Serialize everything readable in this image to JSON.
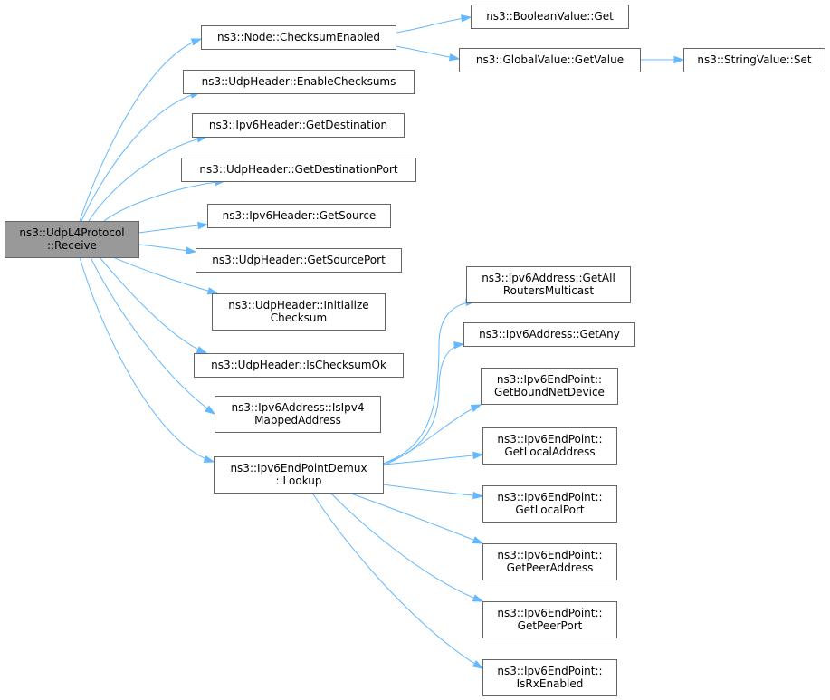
{
  "nodes": {
    "receive": [
      "ns3::UdpL4Protocol",
      "::Receive"
    ],
    "checksum_enabled": [
      "ns3::Node::ChecksumEnabled"
    ],
    "boolean_get": [
      "ns3::BooleanValue::Get"
    ],
    "global_get": [
      "ns3::GlobalValue::GetValue"
    ],
    "string_set": [
      "ns3::StringValue::Set"
    ],
    "enable_checksums": [
      "ns3::UdpHeader::EnableChecksums"
    ],
    "ipv6_get_destination": [
      "ns3::Ipv6Header::GetDestination"
    ],
    "udp_get_destination_port": [
      "ns3::UdpHeader::GetDestinationPort"
    ],
    "ipv6_get_source": [
      "ns3::Ipv6Header::GetSource"
    ],
    "udp_get_source_port": [
      "ns3::UdpHeader::GetSourcePort"
    ],
    "initialize_checksum": [
      "ns3::UdpHeader::Initialize",
      "Checksum"
    ],
    "is_checksum_ok": [
      "ns3::UdpHeader::IsChecksumOk"
    ],
    "is_ipv4_mapped": [
      "ns3::Ipv6Address::IsIpv4",
      "MappedAddress"
    ],
    "lookup": [
      "ns3::Ipv6EndPointDemux",
      "::Lookup"
    ],
    "get_all_routers": [
      "ns3::Ipv6Address::GetAll",
      "RoutersMulticast"
    ],
    "get_any": [
      "ns3::Ipv6Address::GetAny"
    ],
    "get_bound_net_device": [
      "ns3::Ipv6EndPoint::",
      "GetBoundNetDevice"
    ],
    "get_local_address": [
      "ns3::Ipv6EndPoint::",
      "GetLocalAddress"
    ],
    "get_local_port": [
      "ns3::Ipv6EndPoint::",
      "GetLocalPort"
    ],
    "get_peer_address": [
      "ns3::Ipv6EndPoint::",
      "GetPeerAddress"
    ],
    "get_peer_port": [
      "ns3::Ipv6EndPoint::",
      "GetPeerPort"
    ],
    "is_rx_enabled": [
      "ns3::Ipv6EndPoint::",
      "IsRxEnabled"
    ]
  },
  "edges": [
    [
      "receive",
      "checksum_enabled"
    ],
    [
      "checksum_enabled",
      "boolean_get"
    ],
    [
      "checksum_enabled",
      "global_get"
    ],
    [
      "global_get",
      "string_set"
    ],
    [
      "receive",
      "enable_checksums"
    ],
    [
      "receive",
      "ipv6_get_destination"
    ],
    [
      "receive",
      "udp_get_destination_port"
    ],
    [
      "receive",
      "ipv6_get_source"
    ],
    [
      "receive",
      "udp_get_source_port"
    ],
    [
      "receive",
      "initialize_checksum"
    ],
    [
      "receive",
      "is_checksum_ok"
    ],
    [
      "receive",
      "is_ipv4_mapped"
    ],
    [
      "receive",
      "lookup"
    ],
    [
      "lookup",
      "get_all_routers"
    ],
    [
      "lookup",
      "get_any"
    ],
    [
      "lookup",
      "get_bound_net_device"
    ],
    [
      "lookup",
      "get_local_address"
    ],
    [
      "lookup",
      "get_local_port"
    ],
    [
      "lookup",
      "get_peer_address"
    ],
    [
      "lookup",
      "get_peer_port"
    ],
    [
      "lookup",
      "is_rx_enabled"
    ]
  ],
  "colors": {
    "edge": "#63b8ff",
    "node_border": "#666666",
    "root_fill": "#999999",
    "node_fill": "#ffffff"
  }
}
